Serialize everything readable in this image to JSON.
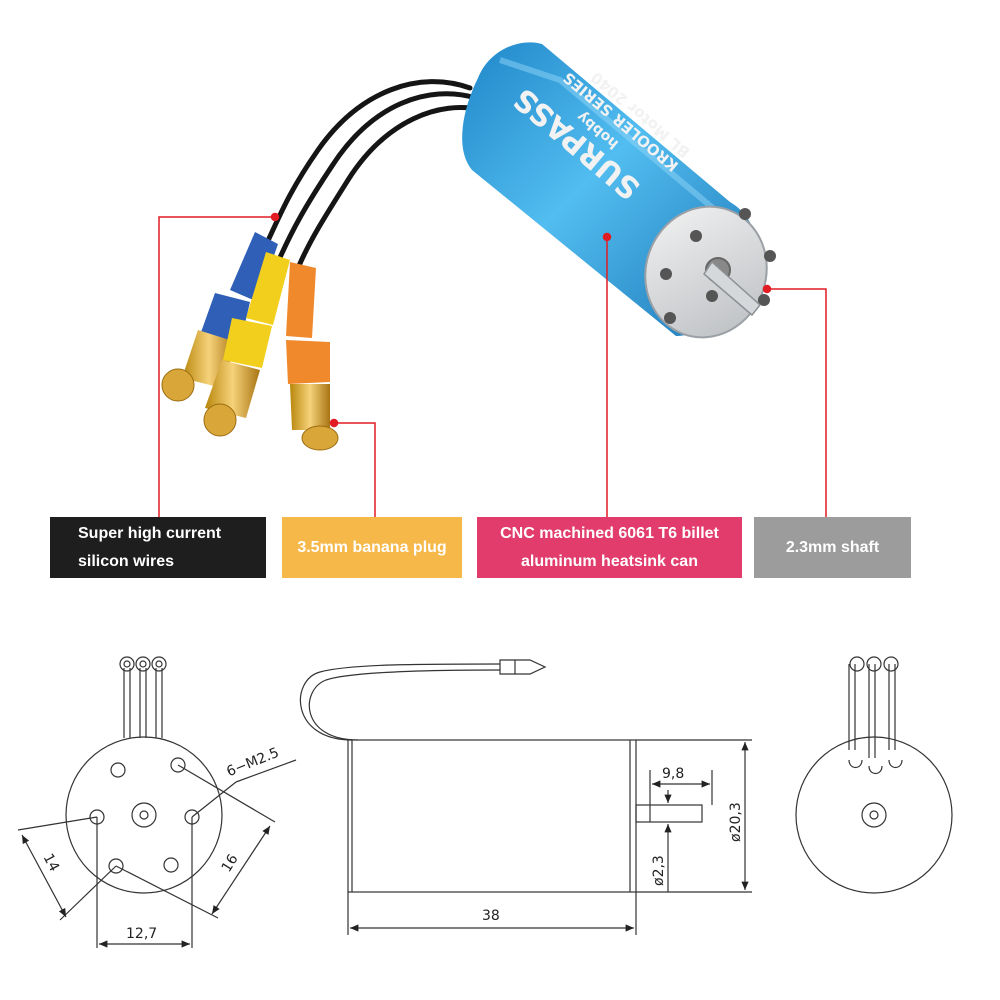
{
  "callouts": {
    "wires": {
      "line1": "Super high current",
      "line2": "silicon wires",
      "color": "#1e1e1e"
    },
    "plug": {
      "label": "3.5mm banana plug",
      "color": "#f7b84a"
    },
    "can": {
      "line1": "CNC machined 6061 T6 billet",
      "line2": "aluminum heatsink can",
      "color": "#e13c6c"
    },
    "shaft": {
      "label": "2.3mm shaft",
      "color": "#9c9c9c"
    }
  },
  "product": {
    "brand": "SURPASS",
    "sub_brand": "hobby",
    "model_line": "KROOLER SERIES",
    "model_line2": "BL Motor 2040",
    "can_color": "#3aa3dc",
    "wire_sleeve_colors": [
      "#2f5fb6",
      "#f2cf1c",
      "#f0892b"
    ],
    "leader_color": "#e21c23"
  },
  "drawing": {
    "thread_spec": "6−M2.5",
    "dim_14": "14",
    "dim_16": "16",
    "dim_12_7": "12,7",
    "dim_9_8": "9,8",
    "dim_dia_20_3": "ø20,3",
    "dim_dia_2_3": "ø2,3",
    "dim_38": "38"
  }
}
